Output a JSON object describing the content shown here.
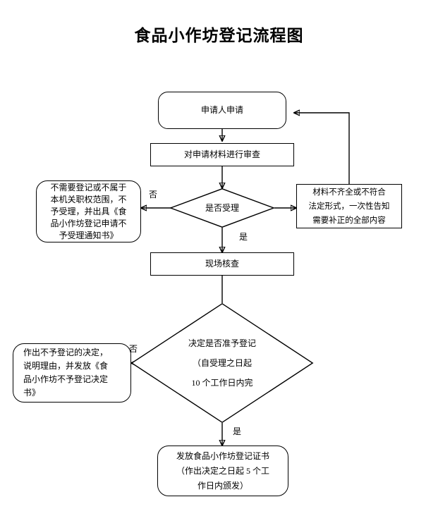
{
  "document": {
    "title": "食品小作坊登记流程图"
  },
  "flowchart": {
    "type": "flowchart",
    "nodes": [
      {
        "id": "apply",
        "shape": "rounded-rectangle",
        "label": "申请人申请"
      },
      {
        "id": "review-materials",
        "shape": "rectangle",
        "label": "对申请材料进行审查"
      },
      {
        "id": "accept-decision",
        "shape": "diamond",
        "label": "是否受理"
      },
      {
        "id": "not-accepted",
        "shape": "rounded-rectangle",
        "label": "不需要登记或不属于\n本机关职权范围，不\n予受理，并出具《食\n品小作坊登记申请不\n予受理通知书》"
      },
      {
        "id": "incomplete-materials",
        "shape": "rectangle",
        "label": "材料不齐全或不符合\n法定形式，一次性告知\n需要补正的全部内容"
      },
      {
        "id": "on-site-check",
        "shape": "rectangle",
        "label": "现场核查"
      },
      {
        "id": "approve-decision",
        "shape": "diamond",
        "label": "决定是否准予登记\n（自受理之日起\n10 个工作日内完"
      },
      {
        "id": "refuse-registration",
        "shape": "rounded-rectangle",
        "label": "作出不予登记的决定，\n说明理由，并发放《食\n品小作坊不予登记决定\n书》"
      },
      {
        "id": "issue-certificate",
        "shape": "rounded-rectangle",
        "label": "发放食品小作坊登记证书\n（作出决定之日起 5 个工\n作日内颁发）"
      }
    ],
    "edge_labels": {
      "accept_no": "否",
      "accept_yes": "是",
      "approve_no": "否",
      "approve_yes": "是"
    },
    "colors": {
      "stroke": "#000000",
      "fill": "#ffffff",
      "text": "#000000"
    }
  }
}
